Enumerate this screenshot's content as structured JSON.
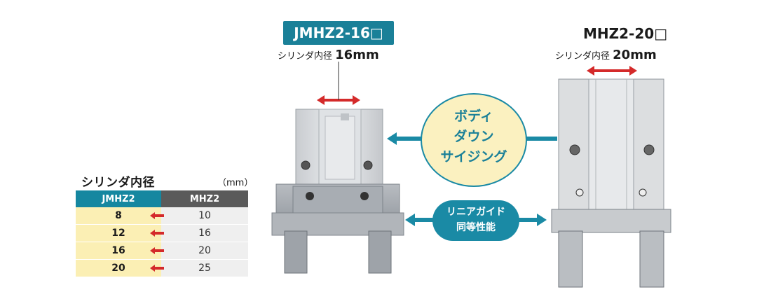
{
  "table": {
    "title": "シリンダ内径",
    "unit": "（mm）",
    "headers": [
      "JMHZ2",
      "MHZ2"
    ],
    "rows": [
      {
        "jmhz2": "8",
        "mhz2": "10"
      },
      {
        "jmhz2": "12",
        "mhz2": "16"
      },
      {
        "jmhz2": "16",
        "mhz2": "20"
      },
      {
        "jmhz2": "20",
        "mhz2": "25"
      }
    ]
  },
  "left_product": {
    "model": "JMHZ2-16□",
    "bore_label": "シリンダ内径",
    "bore_value": "16mm"
  },
  "right_product": {
    "model": "MHZ2-20□",
    "bore_label": "シリンダ内径",
    "bore_value": "20mm"
  },
  "callout_circle": {
    "line1": "ボディ",
    "line2": "ダウン",
    "line3": "サイジング"
  },
  "callout_pill": {
    "line1": "リニアガイド",
    "line2": "同等性能"
  },
  "colors": {
    "teal": "#1a8aa5",
    "red_arrow": "#d42a2a",
    "cream": "#fbf1c0",
    "header_gray": "#5a5a5a"
  }
}
